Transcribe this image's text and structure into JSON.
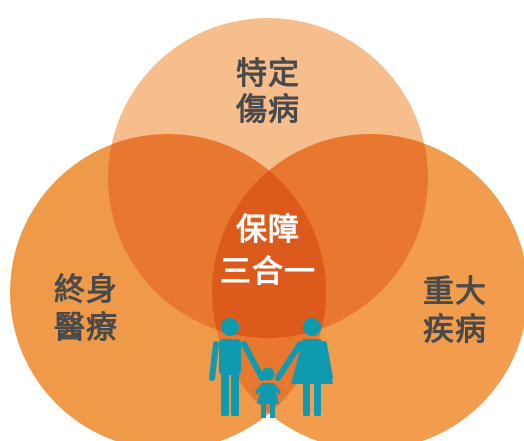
{
  "diagram": {
    "top_circle_label": [
      "特定",
      "傷病"
    ],
    "left_circle_label": [
      "終身",
      "醫療"
    ],
    "right_circle_label": [
      "重大",
      "疾病"
    ],
    "center_label": [
      "保障",
      "三合一"
    ],
    "figure_icon": "family-icon",
    "colors": {
      "top_circle": "#f6be8c",
      "left_circle": "#ef9a48",
      "right_circle": "#f29d4e",
      "pair_overlap": "#e8782f",
      "triple_overlap": "#dc5a1c",
      "label_text": "#4a4a4a",
      "center_text": "#ffffff",
      "family_figures": "#0f9ab0"
    }
  }
}
